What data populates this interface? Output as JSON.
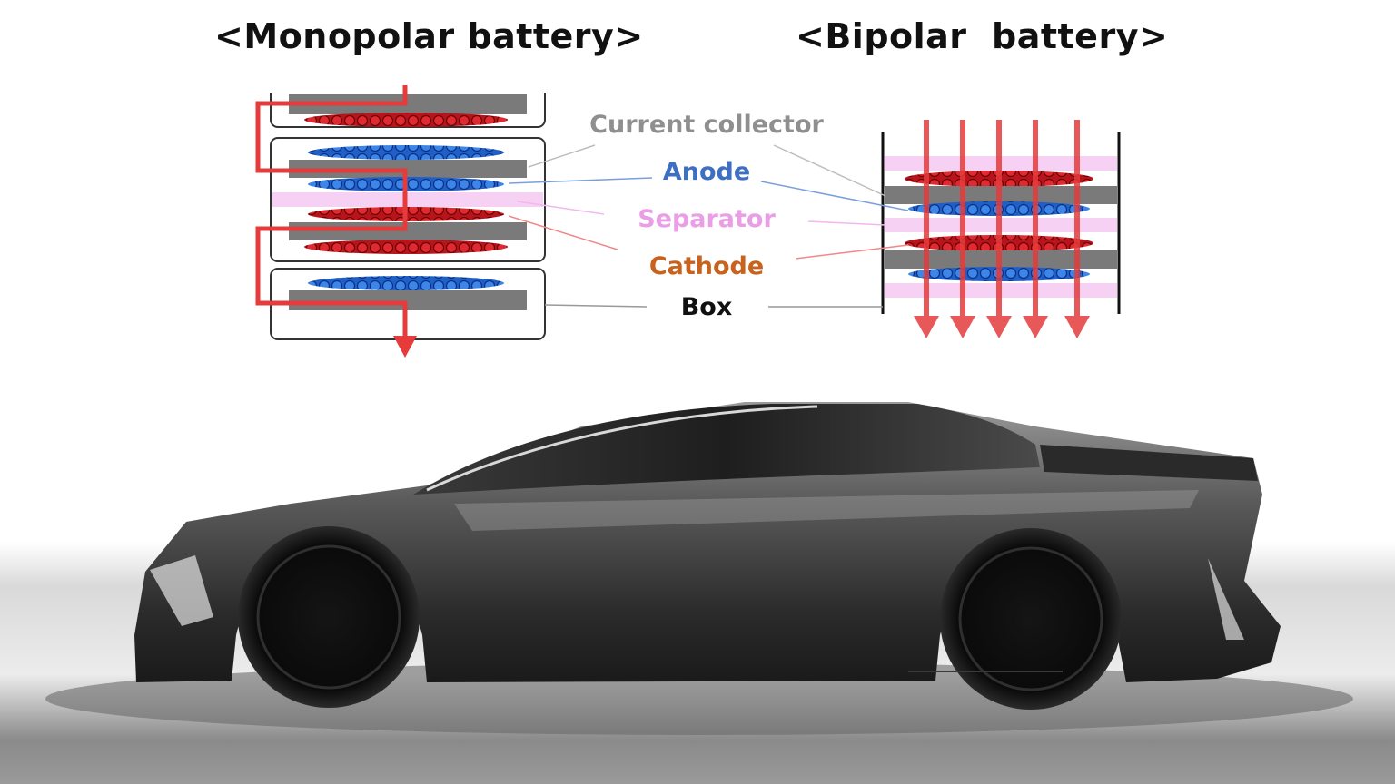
{
  "titles": {
    "monopolar": "<Monopolar battery>",
    "bipolar": "<Bipolar  battery>"
  },
  "legend": {
    "current_collector": "Current collector",
    "anode": "Anode",
    "separator": "Separator",
    "cathode": "Cathode",
    "box": "Box"
  },
  "colors": {
    "current_collector": "#8f8f8f",
    "anode": "#3d6fc2",
    "separator": "#e99ee6",
    "cathode": "#c8621c",
    "box": "#111111",
    "current_arrow": "#e53b3b",
    "anode_particles": "#2d6fd0",
    "cathode_particles": "#d01a22"
  },
  "icons": {
    "car": "concept-car-illustration",
    "arrow": "current-flow-arrow"
  }
}
